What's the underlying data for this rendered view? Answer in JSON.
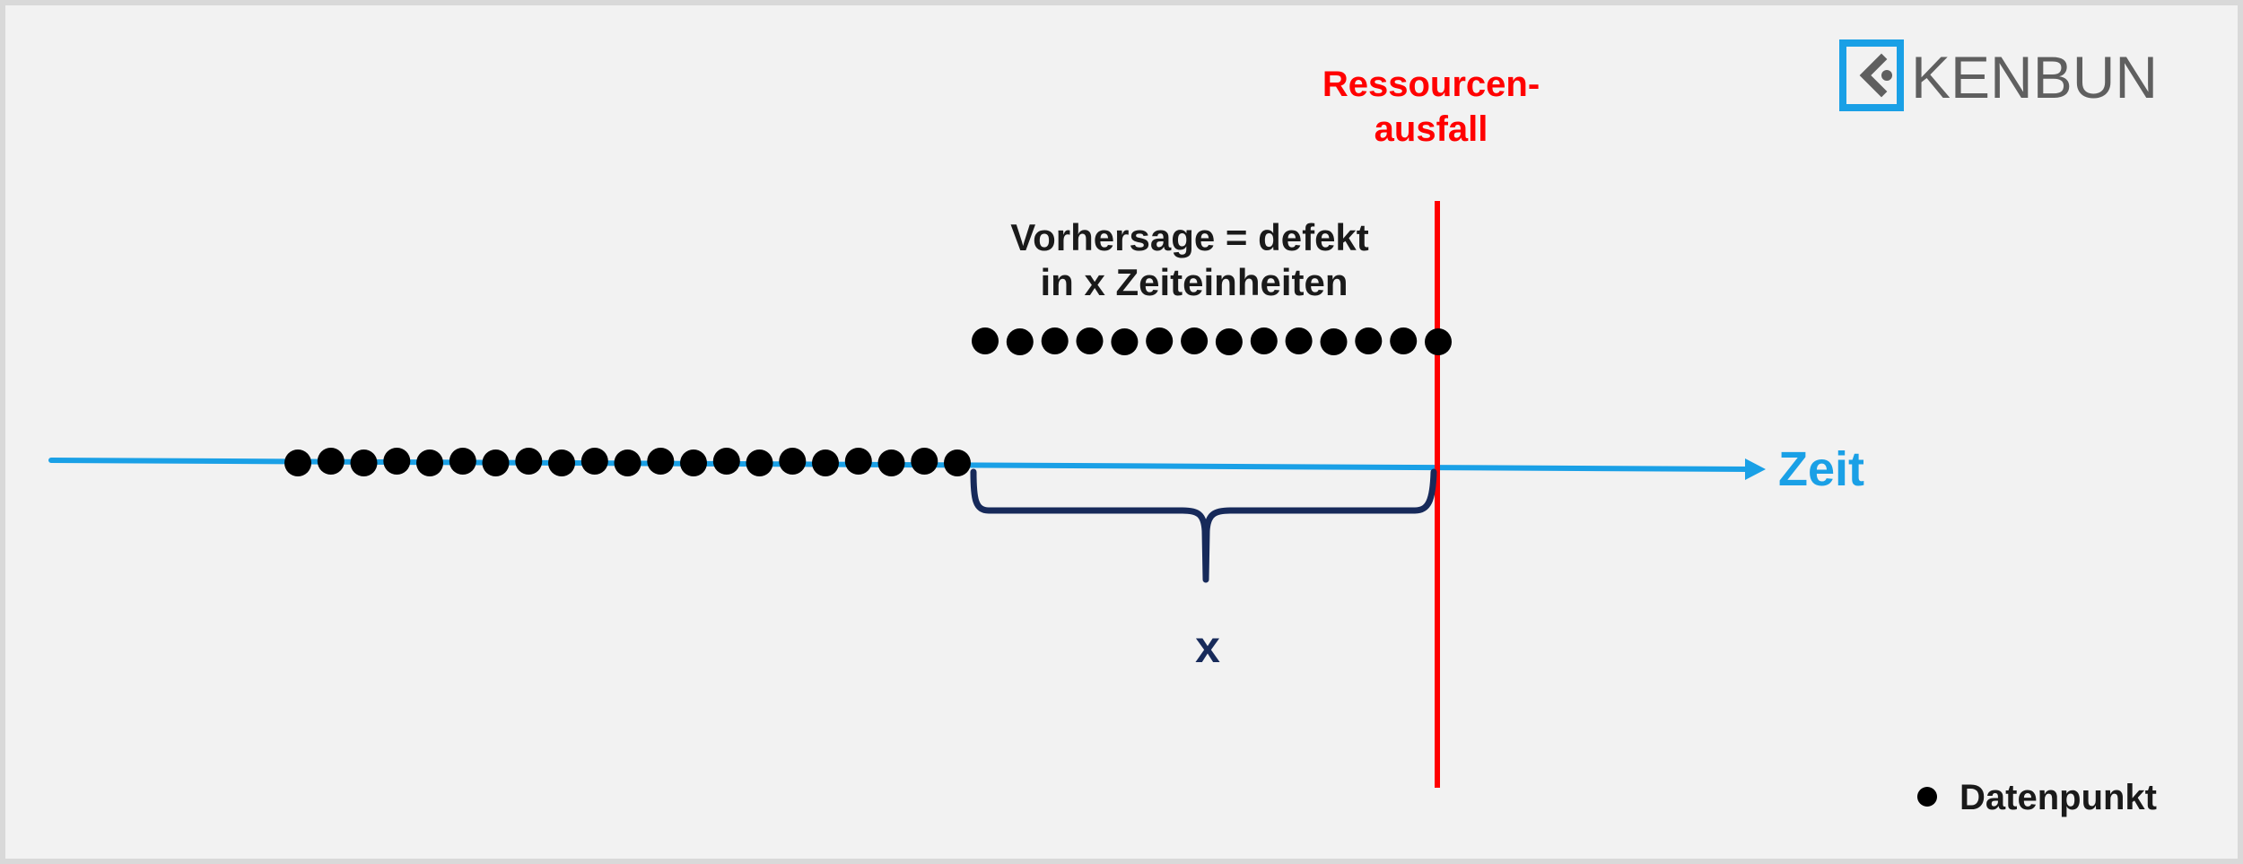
{
  "diagram": {
    "failure_label_line1": "Ressourcen-",
    "failure_label_line2": "ausfall",
    "prediction_line1": "Vorhersage = defekt",
    "prediction_line2": "in x Zeiteinheiten",
    "time_axis_label": "Zeit",
    "interval_label": "x",
    "legend_label": "Datenpunkt",
    "logo_text": "KENBUN",
    "historic_point_count": 21,
    "predicted_point_count": 14
  },
  "colors": {
    "axis": "#1aa0e6",
    "failure": "#ff0000",
    "brace": "#172a5a",
    "point": "#000000",
    "logo_accent": "#1aa0e6"
  },
  "icons": {
    "logo": "kenbun-logo-icon",
    "legend": "data-point-icon"
  }
}
